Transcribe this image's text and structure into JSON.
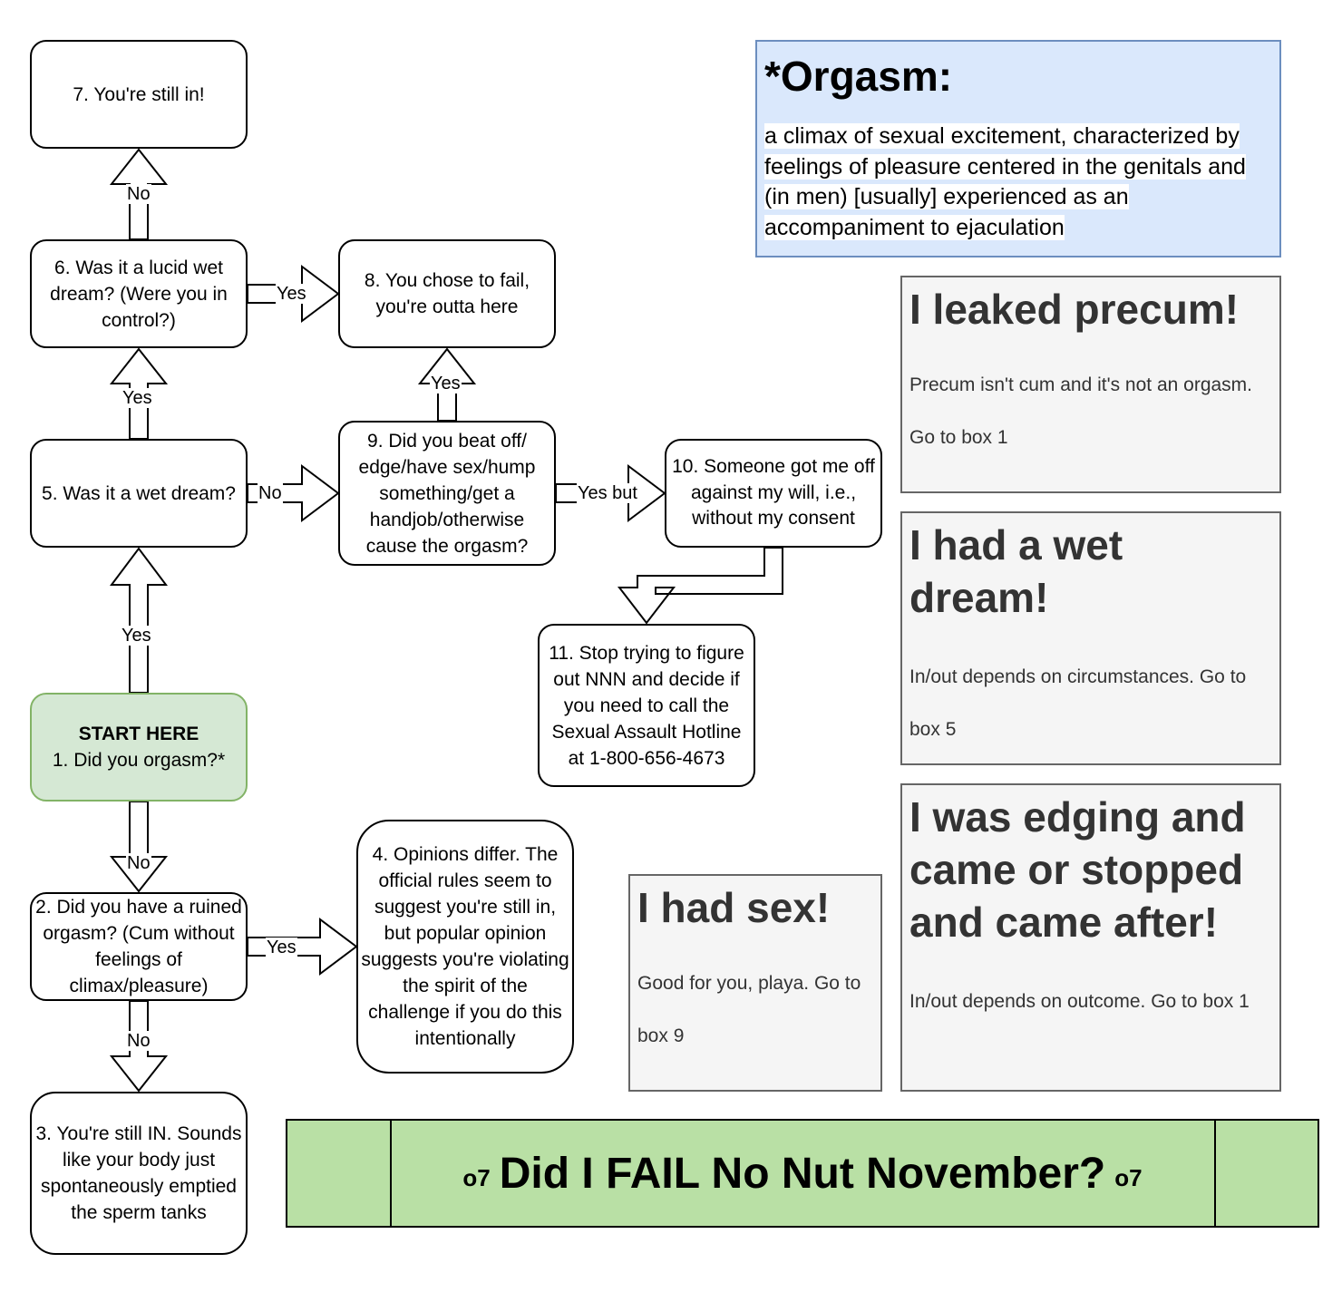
{
  "definition": {
    "title": "*Orgasm:",
    "body": "a climax of sexual excitement, characterized by feelings of pleasure centered in the genitals and (in men) [usually] experienced as an accompaniment to ejaculation"
  },
  "nodes": {
    "n1_heading": "START HERE",
    "n1": "1. Did you orgasm?*",
    "n2": "2. Did you have a ruined orgasm? (Cum without feelings of climax/pleasure)",
    "n3": "3. You're still IN. Sounds like your body just spontaneously emptied the sperm tanks",
    "n4": "4. Opinions differ. The official rules seem to suggest you're still in, but popular opinion suggests you're violating the spirit of the challenge if you do this intentionally",
    "n5": "5. Was it a wet dream?",
    "n6": "6. Was it a lucid wet dream? (Were you in control?)",
    "n7": "7. You're still in!",
    "n8": "8. You chose to fail, you're outta here",
    "n9": "9. Did you beat off/ edge/have sex/hump something/get a handjob/otherwise cause the orgasm?",
    "n10": "10. Someone got me off against my will, i.e., without my consent",
    "n11": "11. Stop trying to figure out NNN and decide if you need to call the Sexual Assault Hotline at 1-800-656-4673"
  },
  "edges": {
    "e1_5": "Yes",
    "e1_2": "No",
    "e2_3": "No",
    "e2_4": "Yes",
    "e5_6": "Yes",
    "e5_9": "No",
    "e6_7": "No",
    "e6_8": "Yes",
    "e9_8": "Yes",
    "e9_10": "Yes but"
  },
  "cards": [
    {
      "title": "I leaked precum!",
      "body": "Precum isn't cum and it's not an orgasm. Go to box 1"
    },
    {
      "title": "I had a wet dream!",
      "body": "In/out depends on circumstances. Go to box 5"
    },
    {
      "title": "I was edging and came or stopped and came after!",
      "body": "In/out depends on outcome. Go to box 1"
    },
    {
      "title": "I had sex!",
      "body": "Good for you, playa. Go to box 9"
    }
  ],
  "banner": {
    "salute_left": "o7",
    "title": "Did I FAIL No Nut November?",
    "salute_right": "o7"
  },
  "colors": {
    "start_fill": "#d5e8d4",
    "start_stroke": "#82b366",
    "definition_fill": "#dae8fc",
    "definition_stroke": "#6c8ebf",
    "card_fill": "#f5f5f5",
    "banner_fill": "#b9e0a5"
  }
}
